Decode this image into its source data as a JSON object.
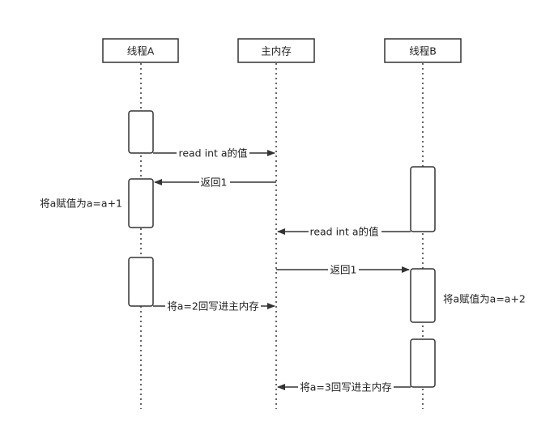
{
  "participants": {
    "a": "线程A",
    "mem": "主内存",
    "b": "线程B"
  },
  "messages": [
    "read int  a的值",
    "返回1",
    "read int  a的值",
    "返回1",
    "将a=2回写进主内存",
    "将a=3回写进主内存"
  ],
  "notes": [
    "将a赋值为a=a+1",
    "将a赋值为a=a+2"
  ],
  "colors": {
    "line": "#333333",
    "box_fill": "#ffffff",
    "text": "#222222"
  }
}
